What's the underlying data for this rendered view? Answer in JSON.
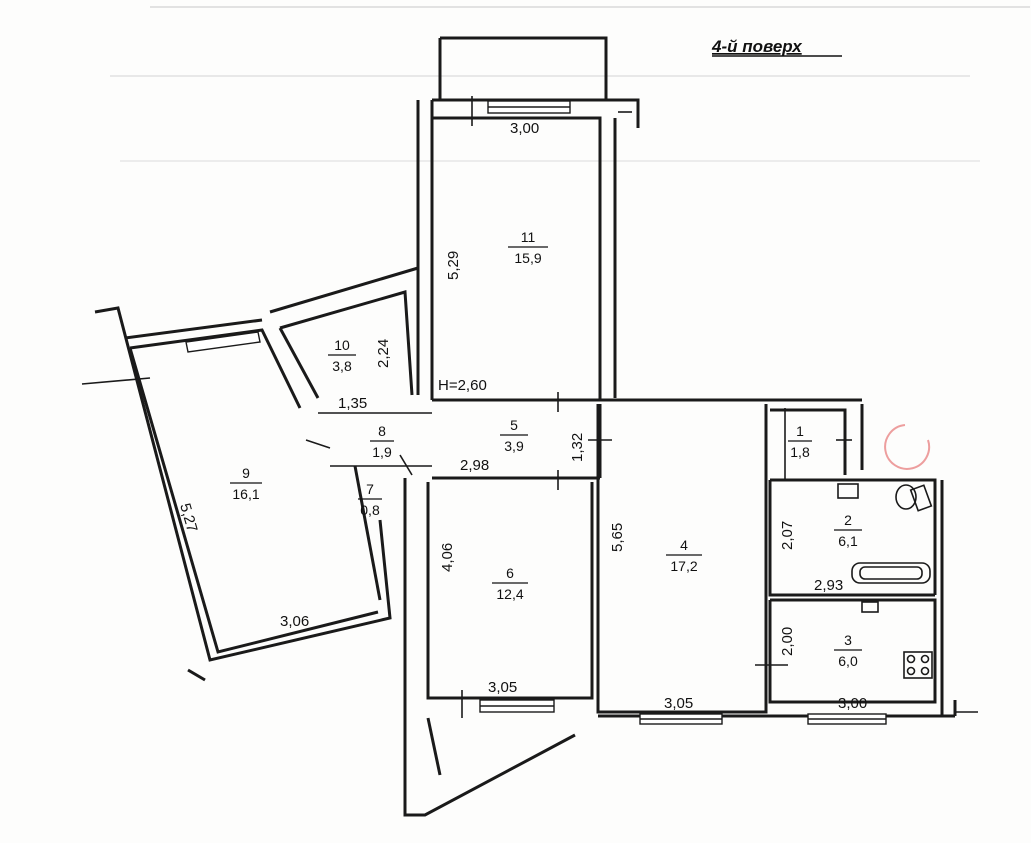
{
  "floor_title": "4-й поверх",
  "height_label": "H=2,60",
  "rooms": [
    {
      "id": "room-1",
      "number": "1",
      "area": "1,8"
    },
    {
      "id": "room-2",
      "number": "2",
      "area": "6,1"
    },
    {
      "id": "room-3",
      "number": "3",
      "area": "6,0"
    },
    {
      "id": "room-4",
      "number": "4",
      "area": "17,2"
    },
    {
      "id": "room-5",
      "number": "5",
      "area": "3,9"
    },
    {
      "id": "room-6",
      "number": "6",
      "area": "12,4"
    },
    {
      "id": "room-7",
      "number": "7",
      "area": "0,8"
    },
    {
      "id": "room-8",
      "number": "8",
      "area": "1,9"
    },
    {
      "id": "room-9",
      "number": "9",
      "area": "16,1"
    },
    {
      "id": "room-10",
      "number": "10",
      "area": "3,8"
    },
    {
      "id": "room-11",
      "number": "11",
      "area": "15,9"
    }
  ],
  "dimensions": {
    "room11_width": "3,00",
    "room11_length": "5,29",
    "room10_length": "2,24",
    "corridor8_width": "1,35",
    "room9_length": "5,27",
    "room9_width": "3,06",
    "room5_width": "2,98",
    "room5_length": "1,32",
    "room6_length": "4,06",
    "room6_width": "3,05",
    "room4_length": "5,65",
    "room4_width": "3,05",
    "room2_length": "2,07",
    "room2_width": "2,93",
    "room3_length": "2,00",
    "room3_width": "3,00"
  }
}
